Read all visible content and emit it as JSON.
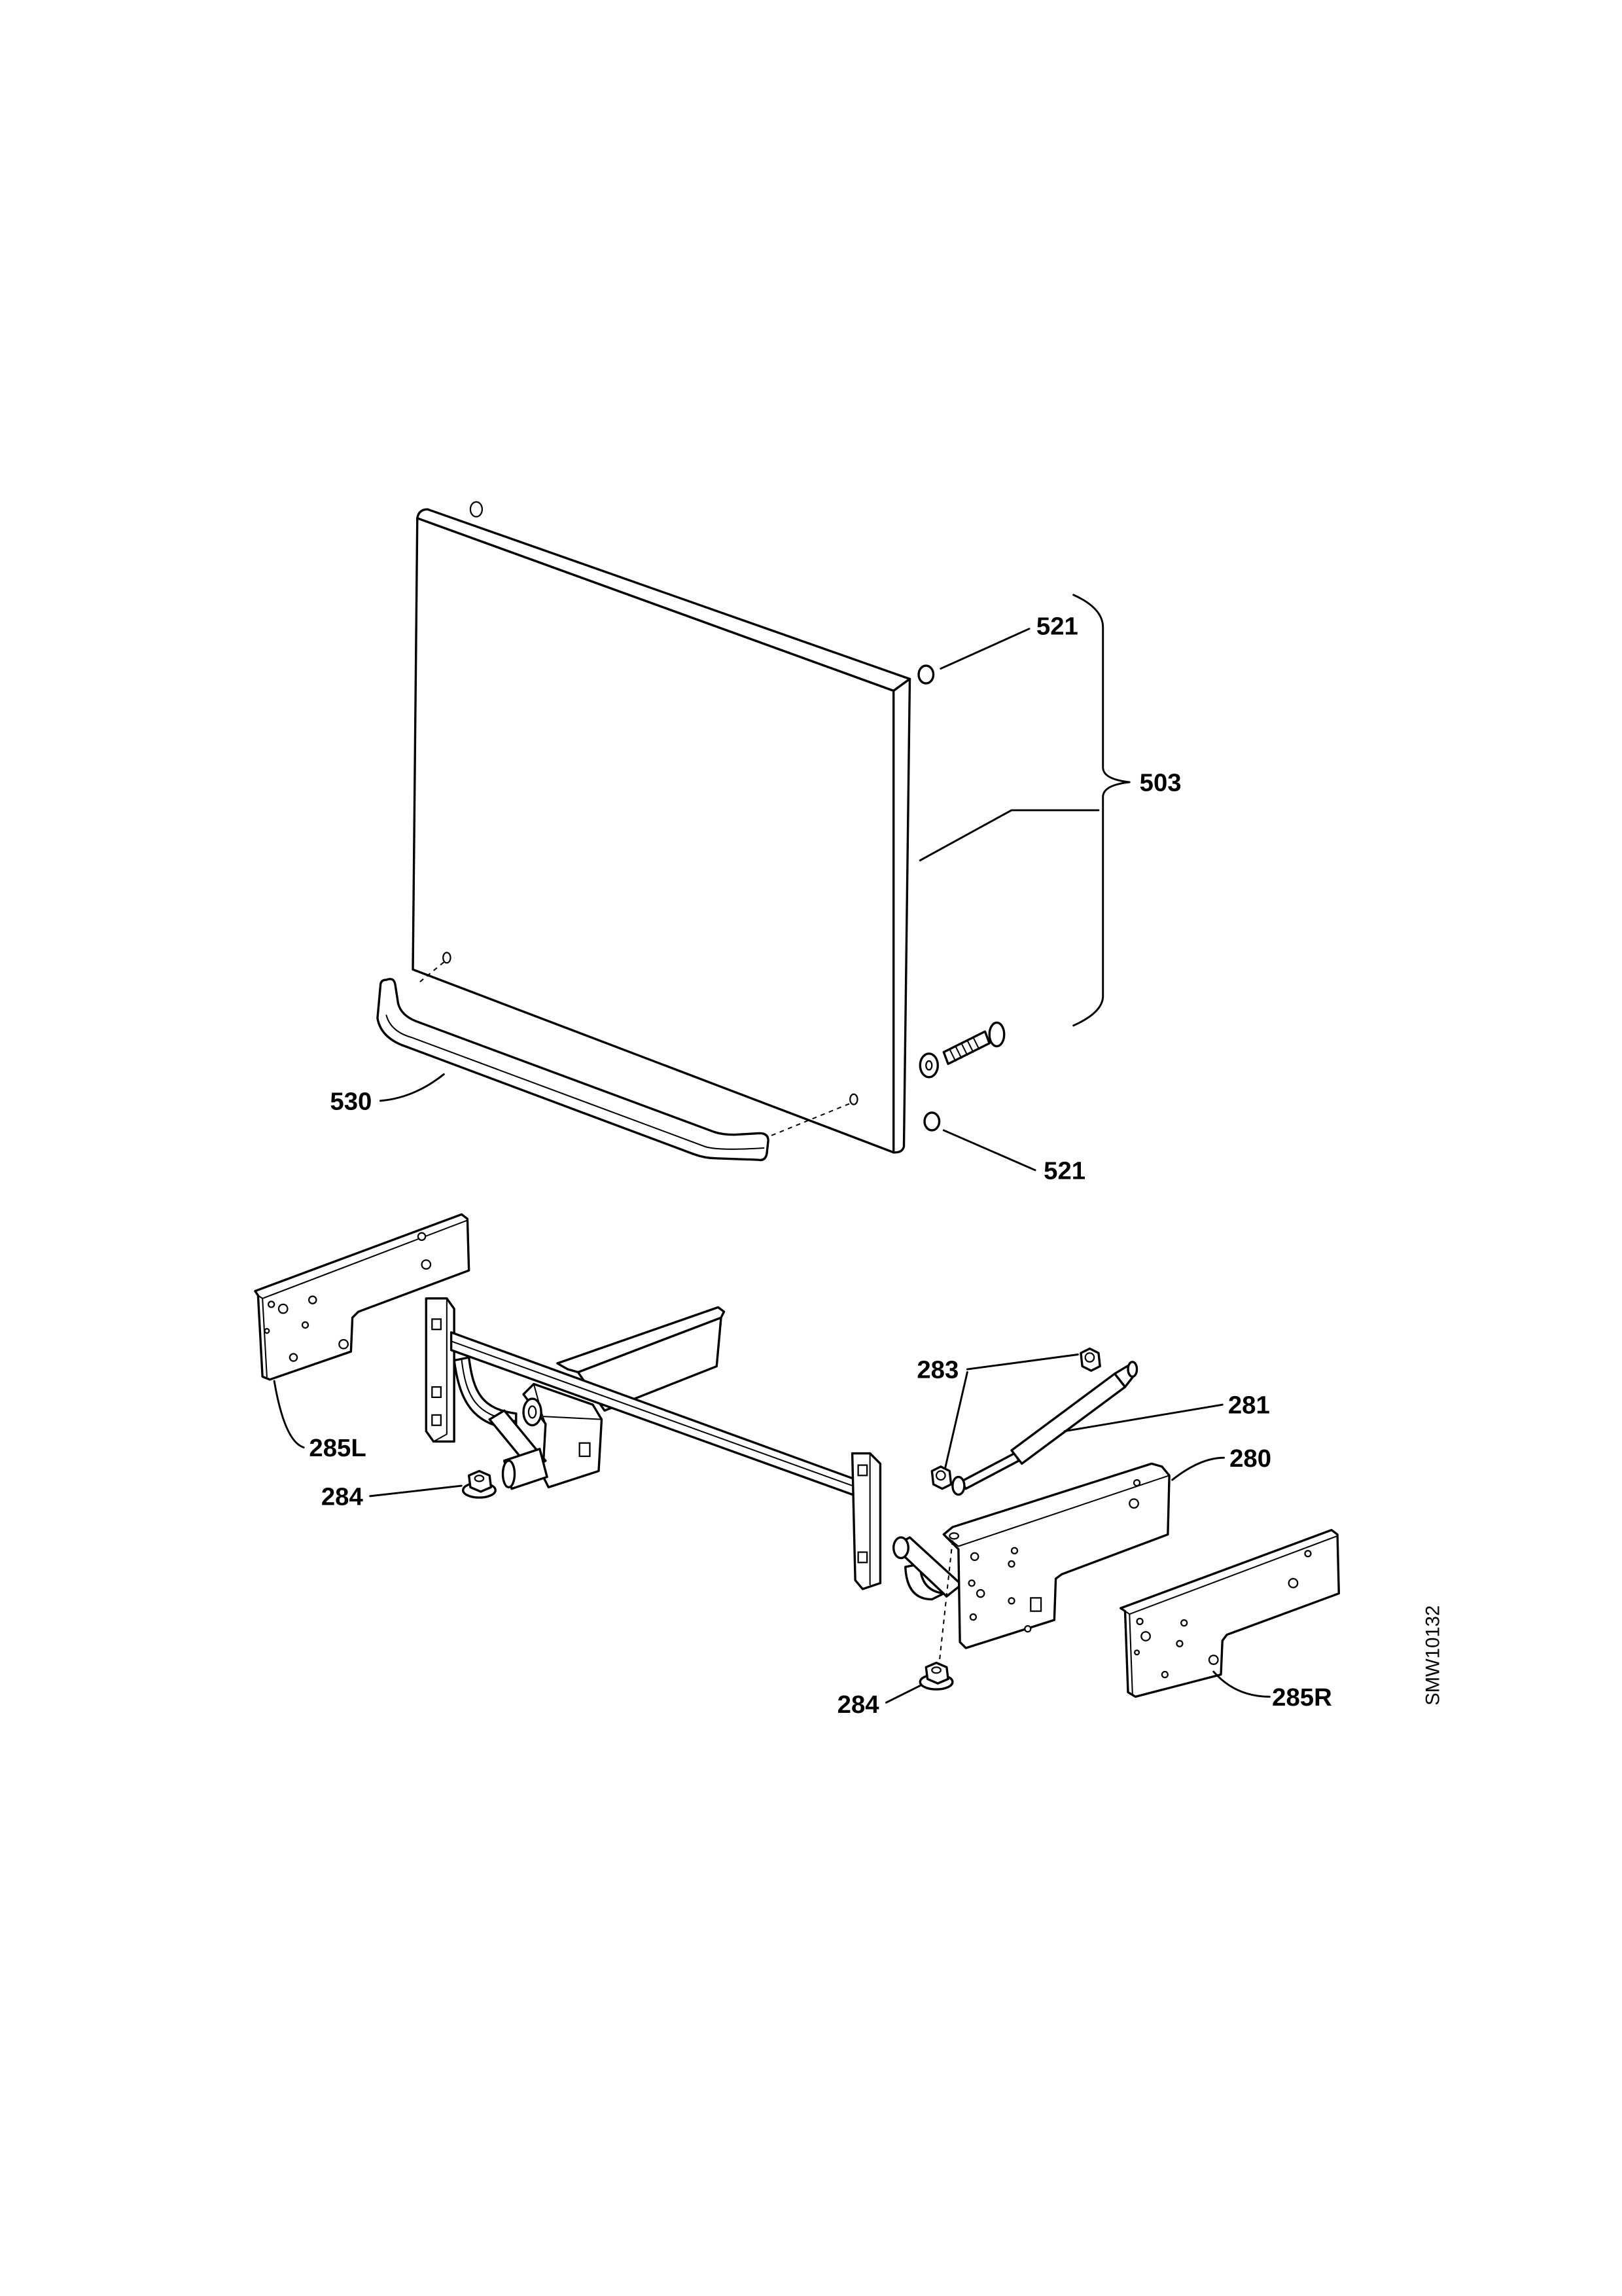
{
  "colors": {
    "line": "#000000",
    "background": "#ffffff"
  },
  "diagram": {
    "door_assembly": {
      "oval_top": "521",
      "door": "503",
      "handle": "530",
      "oval_bottom": "521"
    },
    "hinge_assembly": {
      "nuts": "283",
      "gas_strut": "281",
      "bracket": "280",
      "plate_left": "285L",
      "foot_left": "284",
      "foot_right": "284",
      "plate_right": "285R"
    },
    "drawing_code": "SMW10132"
  }
}
